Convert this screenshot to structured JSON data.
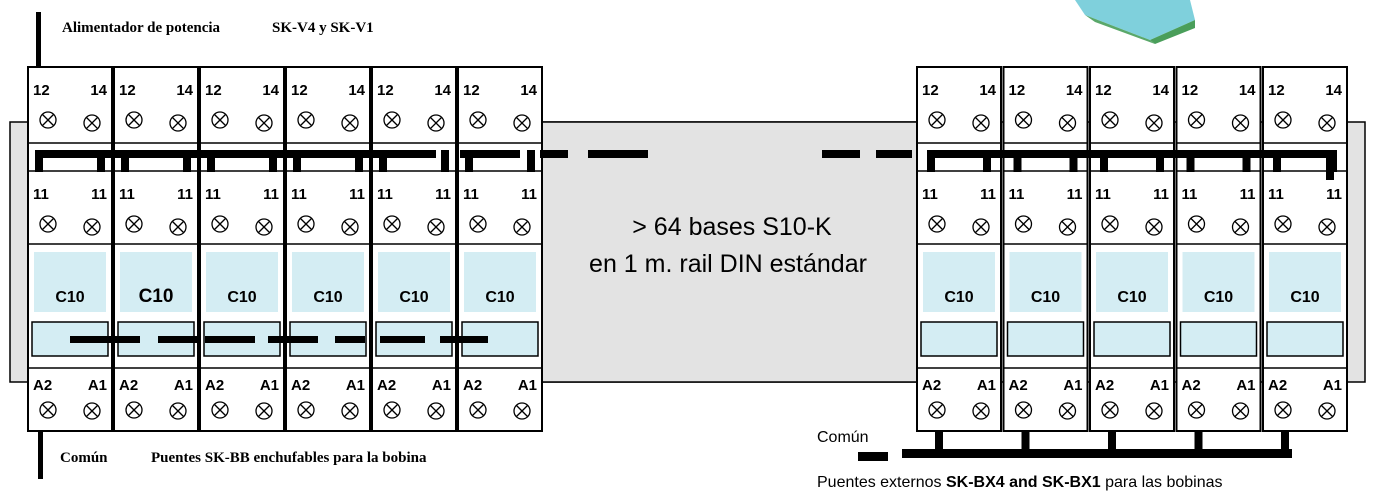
{
  "labels": {
    "top_supply": "Alimentador de potencia",
    "top_supply_models": "SK-V4 y SK-V1",
    "bottom_left_common": "Común",
    "bottom_left_bridges": "Puentes SK-BB enchufables para la bobina",
    "bottom_right_common": "Común",
    "bottom_right_prefix": "Puentes externos ",
    "bottom_right_models": "SK-BX4 and SK-BX1",
    "bottom_right_suffix": " para las bobinas",
    "center_line1": ">  64 bases  S10-K",
    "center_line2": "en 1 m. rail DIN estándar"
  },
  "terminals": {
    "top": [
      "12",
      "14"
    ],
    "middle": [
      "11",
      "11"
    ],
    "bottom": [
      "A2",
      "A1"
    ]
  },
  "module_label": "C10",
  "left_module_count": 6,
  "right_module_count": 5,
  "colors": {
    "module_fill": "#ffffff",
    "label_fill": "#d4edf3",
    "rail_fill": "#e3e3e3",
    "device_top": "#7fd0dc",
    "device_side": "#4a9e5a",
    "outline": "#000000"
  }
}
